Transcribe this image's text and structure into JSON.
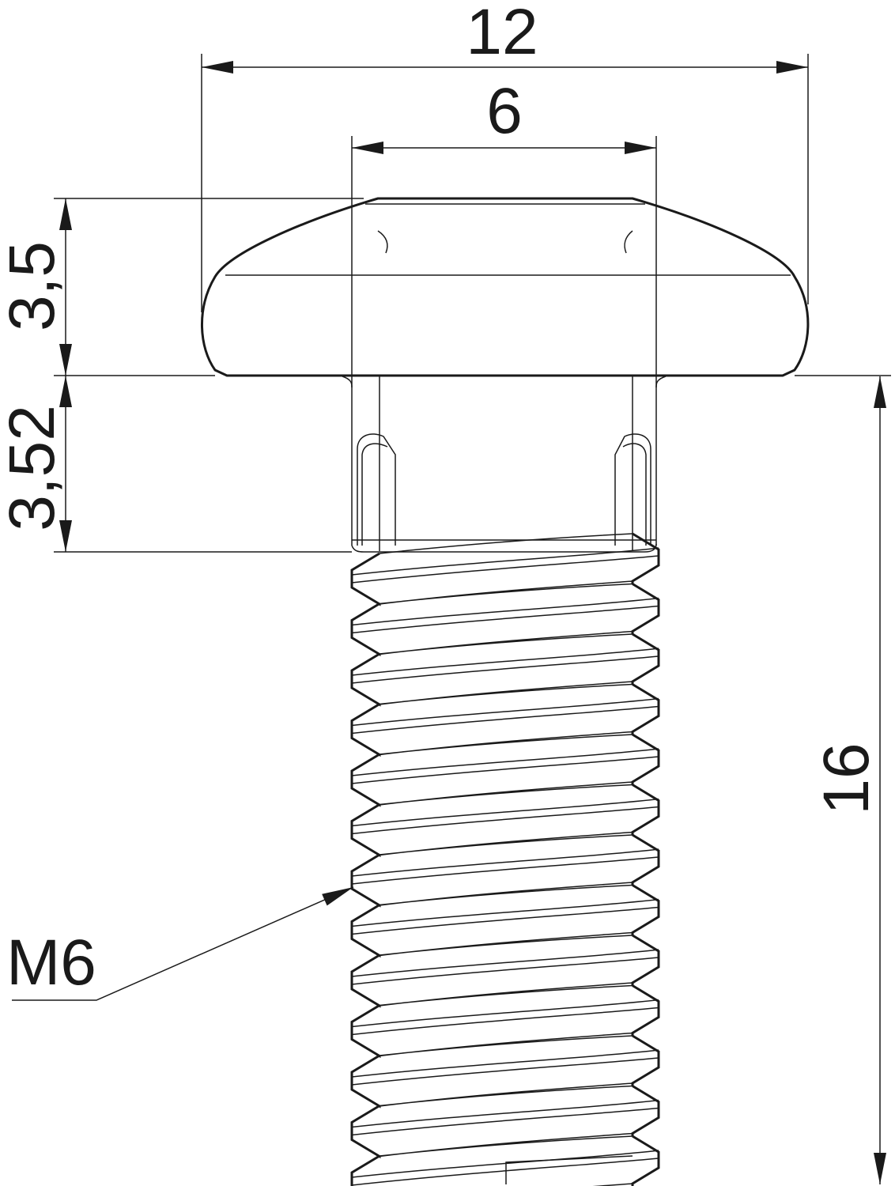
{
  "drawing": {
    "title": "Pan head bolt technical drawing",
    "dimensions": {
      "head_diameter": "12",
      "neck_width": "6",
      "head_height": "3,5",
      "neck_height": "3,52",
      "shank_length": "16",
      "thread": "M6"
    },
    "line_color": "#1a1a1a",
    "thread_pitch_count": 13
  }
}
